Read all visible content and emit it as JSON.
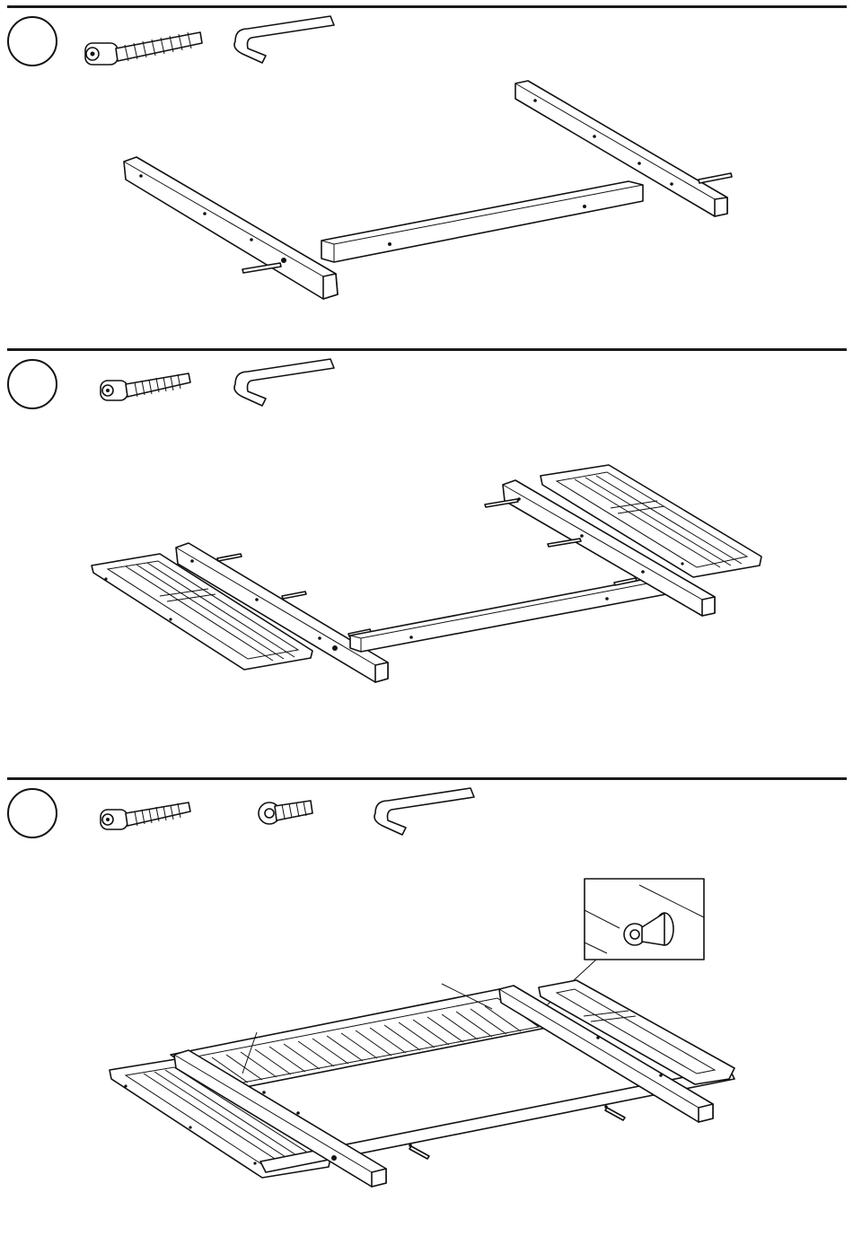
{
  "steps": [
    {
      "number": "",
      "parts": [
        "cam-bolt",
        "allen-key"
      ]
    },
    {
      "number": "",
      "parts": [
        "cam-bolt",
        "allen-key"
      ]
    },
    {
      "number": "",
      "parts": [
        "cam-bolt",
        "connector-bolt",
        "allen-key"
      ]
    }
  ],
  "colors": {
    "line": "#111111",
    "background": "#ffffff"
  }
}
